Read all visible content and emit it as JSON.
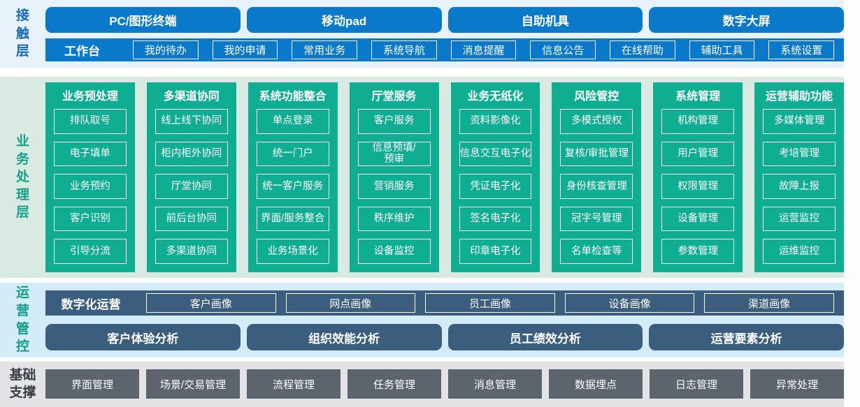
{
  "colors": {
    "blue": "#0b79c9",
    "blue_band": "#e7f2fb",
    "blue_label": "#1668b8",
    "green": "#0fae93",
    "green_band": "#d9eae2",
    "green_label": "#16a287",
    "slate": "#3b5e7e",
    "ops_band": "#d4ecf7",
    "ops_label": "#0f9b8f",
    "gray": "#5c646e",
    "gray_band": "#e3e3e5",
    "gray_label": "#363d45"
  },
  "contact": {
    "label": "接触层",
    "channels": [
      "PC/图形终端",
      "移动pad",
      "自助机具",
      "数字大屏"
    ],
    "workbench": {
      "label": "工作台",
      "items": [
        "我的待办",
        "我的申请",
        "常用业务",
        "系统导航",
        "消息提醒",
        "信息公告",
        "在线帮助",
        "辅助工具",
        "系统设置"
      ]
    }
  },
  "business": {
    "label": "业务处理层",
    "columns": [
      {
        "title": "业务预处理",
        "items": [
          "排队取号",
          "电子填单",
          "业务预约",
          "客户识别",
          "引导分流"
        ]
      },
      {
        "title": "多渠道协同",
        "items": [
          "线上线下协同",
          "柜内柜外协同",
          "厅堂协同",
          "前后台协同",
          "多渠道协同"
        ]
      },
      {
        "title": "系统功能整合",
        "items": [
          "单点登录",
          "统一门户",
          "统一客户服务",
          "界面/服务整合",
          "业务场景化"
        ]
      },
      {
        "title": "厅堂服务",
        "items": [
          "客户服务",
          "信息预填/\n预审",
          "营销服务",
          "秩序维护",
          "设备监控"
        ]
      },
      {
        "title": "业务无纸化",
        "items": [
          "资料影像化",
          "信息交互电子化",
          "凭证电子化",
          "签名电子化",
          "印章电子化"
        ]
      },
      {
        "title": "风险管控",
        "items": [
          "多模式授权",
          "复核/审批管理",
          "身份核查管理",
          "冠字号管理",
          "名单检查等"
        ]
      },
      {
        "title": "系统管理",
        "items": [
          "机构管理",
          "用户管理",
          "权限管理",
          "设备管理",
          "参数管理"
        ]
      },
      {
        "title": "运营辅助功能",
        "items": [
          "多媒体管理",
          "考培管理",
          "故障上报",
          "运营监控",
          "运维监控"
        ]
      }
    ]
  },
  "operations": {
    "label": "运营管控",
    "digital": {
      "label": "数字化运营",
      "items": [
        "客户画像",
        "网点画像",
        "员工画像",
        "设备画像",
        "渠道画像"
      ]
    },
    "analysis": [
      "客户体验分析",
      "组织效能分析",
      "员工绩效分析",
      "运营要素分析"
    ]
  },
  "foundation": {
    "label": "基础支撑",
    "items": [
      "界面管理",
      "场景/交易管理",
      "流程管理",
      "任务管理",
      "消息管理",
      "数据埋点",
      "日志管理",
      "异常处理"
    ]
  }
}
